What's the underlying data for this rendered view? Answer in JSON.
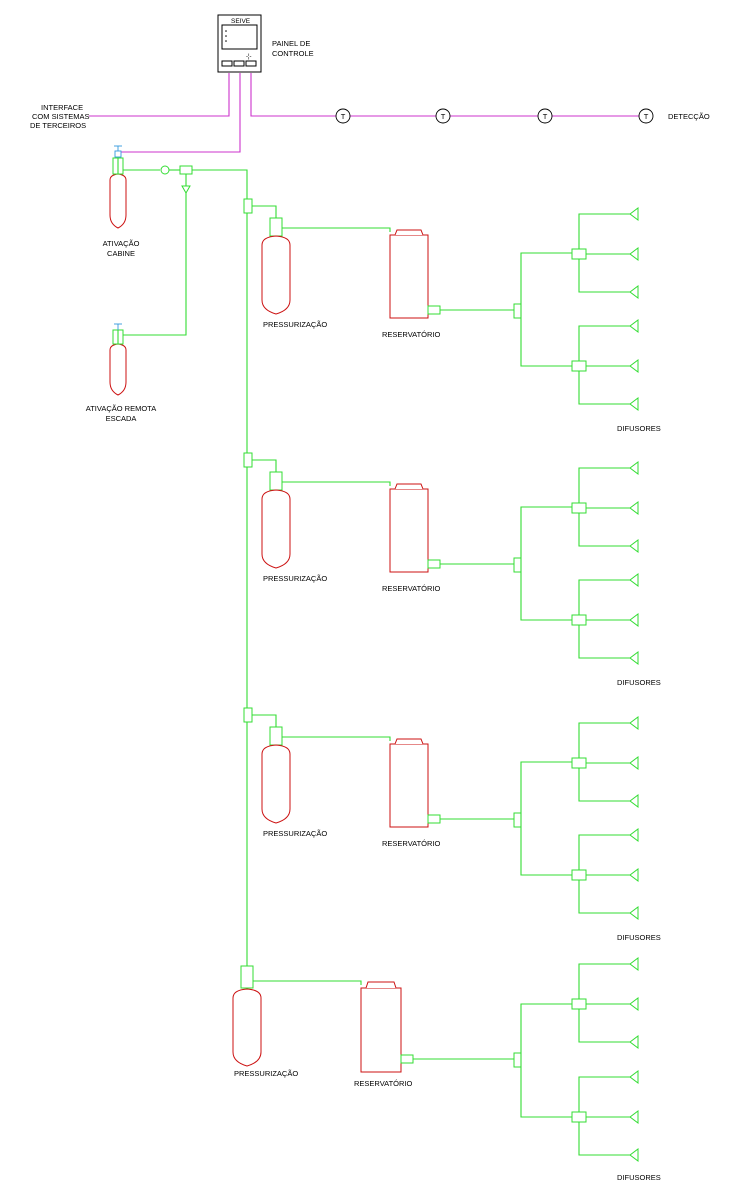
{
  "panel": {
    "brand": "SEIVE",
    "label_line1": "PAINEL DE",
    "label_line2": "CONTROLE"
  },
  "interface": {
    "line1": "INTERFACE",
    "line2": "COM SISTEMAS",
    "line3": "DE TERCEIROS"
  },
  "detection": {
    "label": "DETECÇÃO",
    "detector_symbol": "T",
    "detector_count": 4
  },
  "activation": {
    "cabin_line1": "ATIVAÇÃO",
    "cabin_line2": "CABINE",
    "remote_line1": "ATIVAÇÃO  REMOTA",
    "remote_line2": "ESCADA"
  },
  "zones": [
    {
      "pressurization": "PRESSURIZAÇÃO",
      "reservoir": "RESERVATÓRIO",
      "diffusers": "DIFUSORES"
    },
    {
      "pressurization": "PRESSURIZAÇÃO",
      "reservoir": "RESERVATÓRIO",
      "diffusers": "DIFUSORES"
    },
    {
      "pressurization": "PRESSURIZAÇÃO",
      "reservoir": "RESERVATÓRIO",
      "diffusers": "DIFUSORES"
    },
    {
      "pressurization": "PRESSURIZAÇÃO",
      "reservoir": "RESERVATÓRIO",
      "diffusers": "DIFUSORES"
    }
  ],
  "colors": {
    "pipe": "#33dd33",
    "signal": "#cc33cc",
    "cylinder": "#cc1111",
    "valve": "#3399dd"
  }
}
